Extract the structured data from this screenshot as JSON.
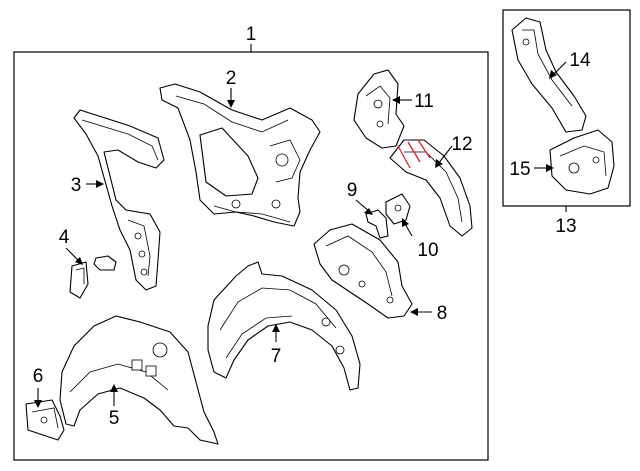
{
  "callouts": {
    "c1": "1",
    "c2": "2",
    "c3": "3",
    "c4": "4",
    "c5": "5",
    "c6": "6",
    "c7": "7",
    "c8": "8",
    "c9": "9",
    "c10": "10",
    "c11": "11",
    "c12": "12",
    "c13": "13",
    "c14": "14",
    "c15": "15"
  },
  "colors": {
    "line": "#000000",
    "background": "#ffffff",
    "cut_marks": "#e0202a"
  }
}
